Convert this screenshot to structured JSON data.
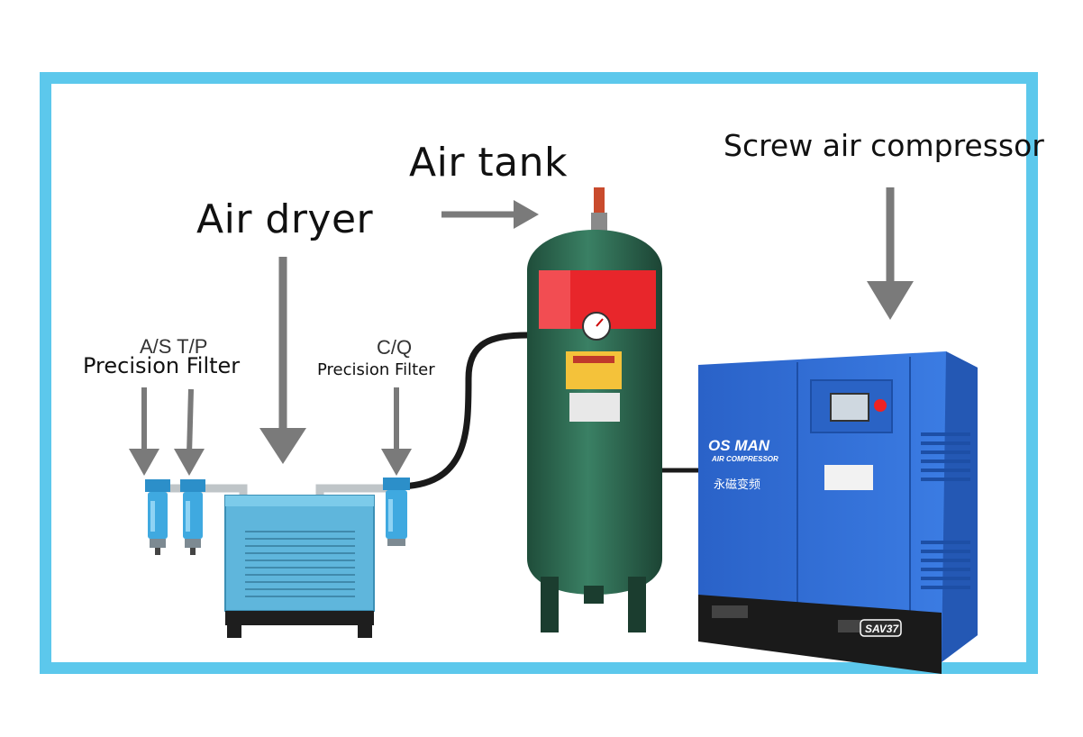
{
  "labels": {
    "air_tank": "Air tank",
    "air_dryer": "Air dryer",
    "screw_compressor": "Screw air compressor",
    "as_tp": "A/S  T/P",
    "precision_filter_left": "Precision Filter",
    "cq": "C/Q",
    "precision_filter_right": "Precision Filter"
  },
  "compressor": {
    "brand": "OS MAN",
    "brand_sub": "AIR COMPRESSOR",
    "chinese_label": "永磁变频",
    "model": "SAV37"
  },
  "colors": {
    "frame": "#5cc8ec",
    "arrow": "#7a7a7a",
    "tank": "#2d6a4f",
    "compressor": "#2f6fd6",
    "dryer": "#5fb6dc",
    "filter": "#3fa9e0"
  }
}
